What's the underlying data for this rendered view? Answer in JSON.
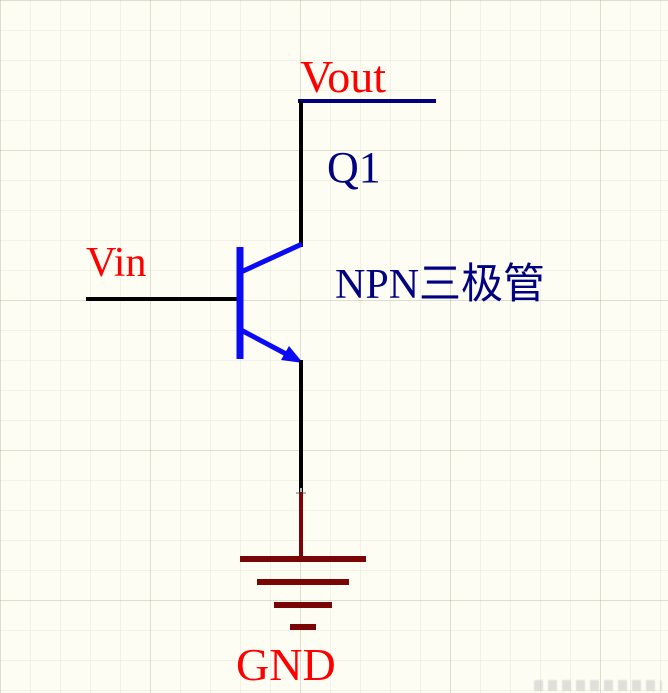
{
  "schematic": {
    "net_labels": {
      "output": "Vout",
      "input": "Vin",
      "ground": "GND"
    },
    "component": {
      "designator": "Q1",
      "annotation": "NPN三极管",
      "type": "NPN transistor"
    },
    "colors": {
      "net_label_text": "#ff0000",
      "designator_text": "#000080",
      "annotation_text": "#000080",
      "signal_wire": "#000000",
      "output_wire": "#000080",
      "transistor_symbol": "#0a0af5",
      "ground_symbol": "#7a0505",
      "background": "#fdfdf4"
    }
  }
}
